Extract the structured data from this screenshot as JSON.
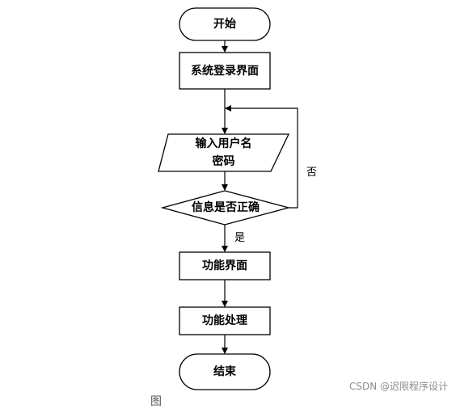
{
  "diagram": {
    "nodes": {
      "start": "开始",
      "login": "系统登录界面",
      "input_line1": "输入用户名",
      "input_line2": "密码",
      "check": "信息是否正确",
      "func_ui": "功能界面",
      "func_proc": "功能处理",
      "end": "结束"
    },
    "edges": {
      "no_label": "否",
      "yes_label": "是"
    },
    "caption": "图"
  },
  "watermark": "CSDN @迟限程序设计"
}
